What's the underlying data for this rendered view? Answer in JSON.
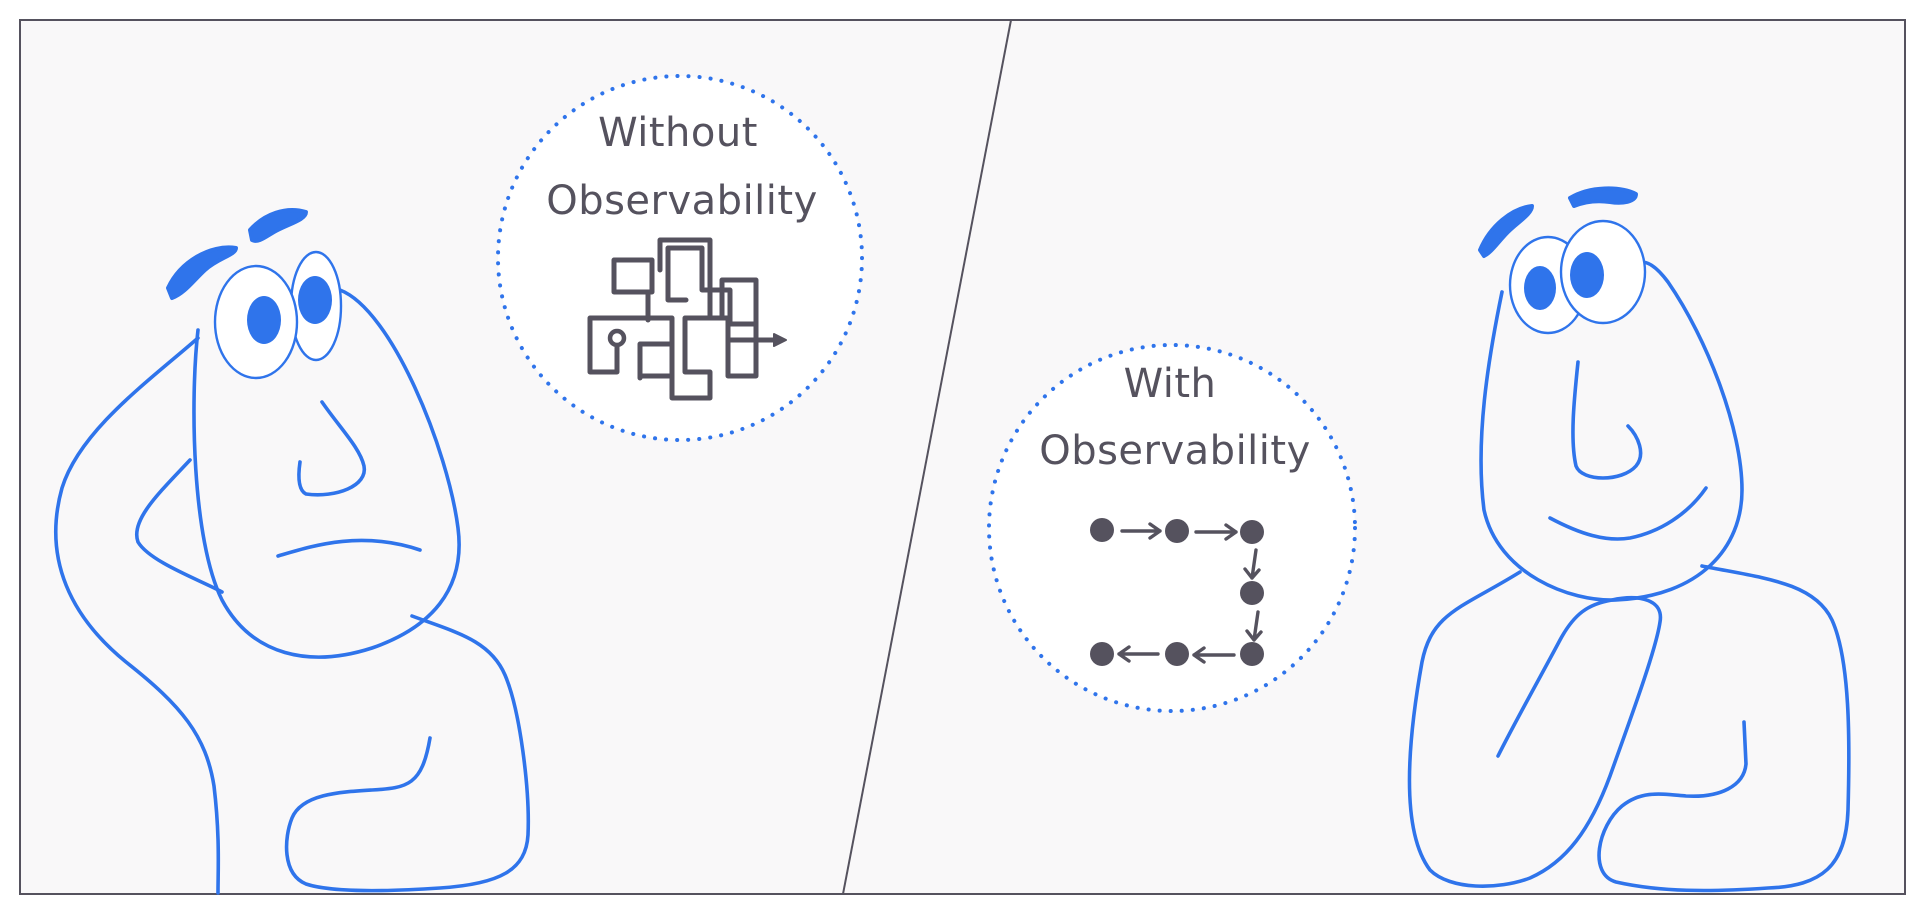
{
  "colors": {
    "panel_bg": "#f9f8f9",
    "frame": "#55525e",
    "character_stroke": "#2f74eb",
    "pupil": "#2f74eb",
    "text": "#55525e",
    "bubble_dots": "#2f74eb"
  },
  "left_panel": {
    "bubble_title": [
      "Without",
      "Observability"
    ],
    "icon": "tangled-path-icon"
  },
  "right_panel": {
    "bubble_title": [
      "With",
      "Observability"
    ],
    "icon": "ordered-steps-icon"
  }
}
